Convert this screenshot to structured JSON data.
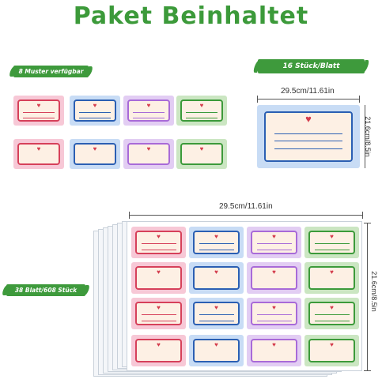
{
  "title": "Paket Beinhaltet",
  "badges": {
    "patterns": "8 Muster verfügbar",
    "per_sheet": "16 Stück/Blatt",
    "total": "38 Blatt/608 Stück"
  },
  "dimensions": {
    "width_small": "29.5cm/11.61in",
    "height_small": "21.6cm/8.5in",
    "width_large": "29.5cm/11.61in",
    "height_large": "21.6cm/8.5in"
  },
  "icons": {
    "heart": "heart-icon"
  },
  "colors": {
    "pink": "#d6405a",
    "blue": "#2b5fb3",
    "purple": "#a86ad8",
    "green": "#3c9a3a",
    "brand_green": "#3e9a3c"
  }
}
